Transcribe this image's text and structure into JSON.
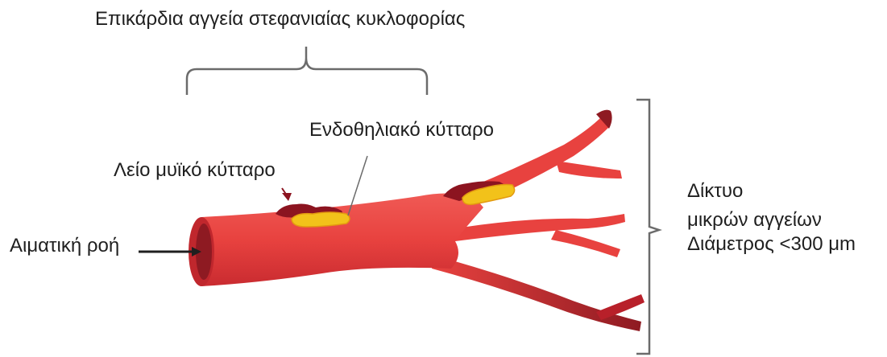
{
  "labels": {
    "title": "Επικάρδια αγγεία στεφανιαίας κυκλοφορίας",
    "smooth_muscle": "Λείο μυϊκό κύτταρο",
    "endothelial": "Ενδοθηλιακό κύτταρο",
    "blood_flow": "Αιματική ροή",
    "network_line1": "Δίκτυο",
    "network_line2": "μικρών αγγείων",
    "network_line3": "Διάμετρος <300 μm"
  },
  "colors": {
    "vessel": "#e8423f",
    "vessel_dark": "#b8202a",
    "vessel_end": "#8e1a22",
    "smooth_muscle": "#8c1420",
    "endothelial": "#f2c21a",
    "bracket": "#6b6b6b"
  }
}
